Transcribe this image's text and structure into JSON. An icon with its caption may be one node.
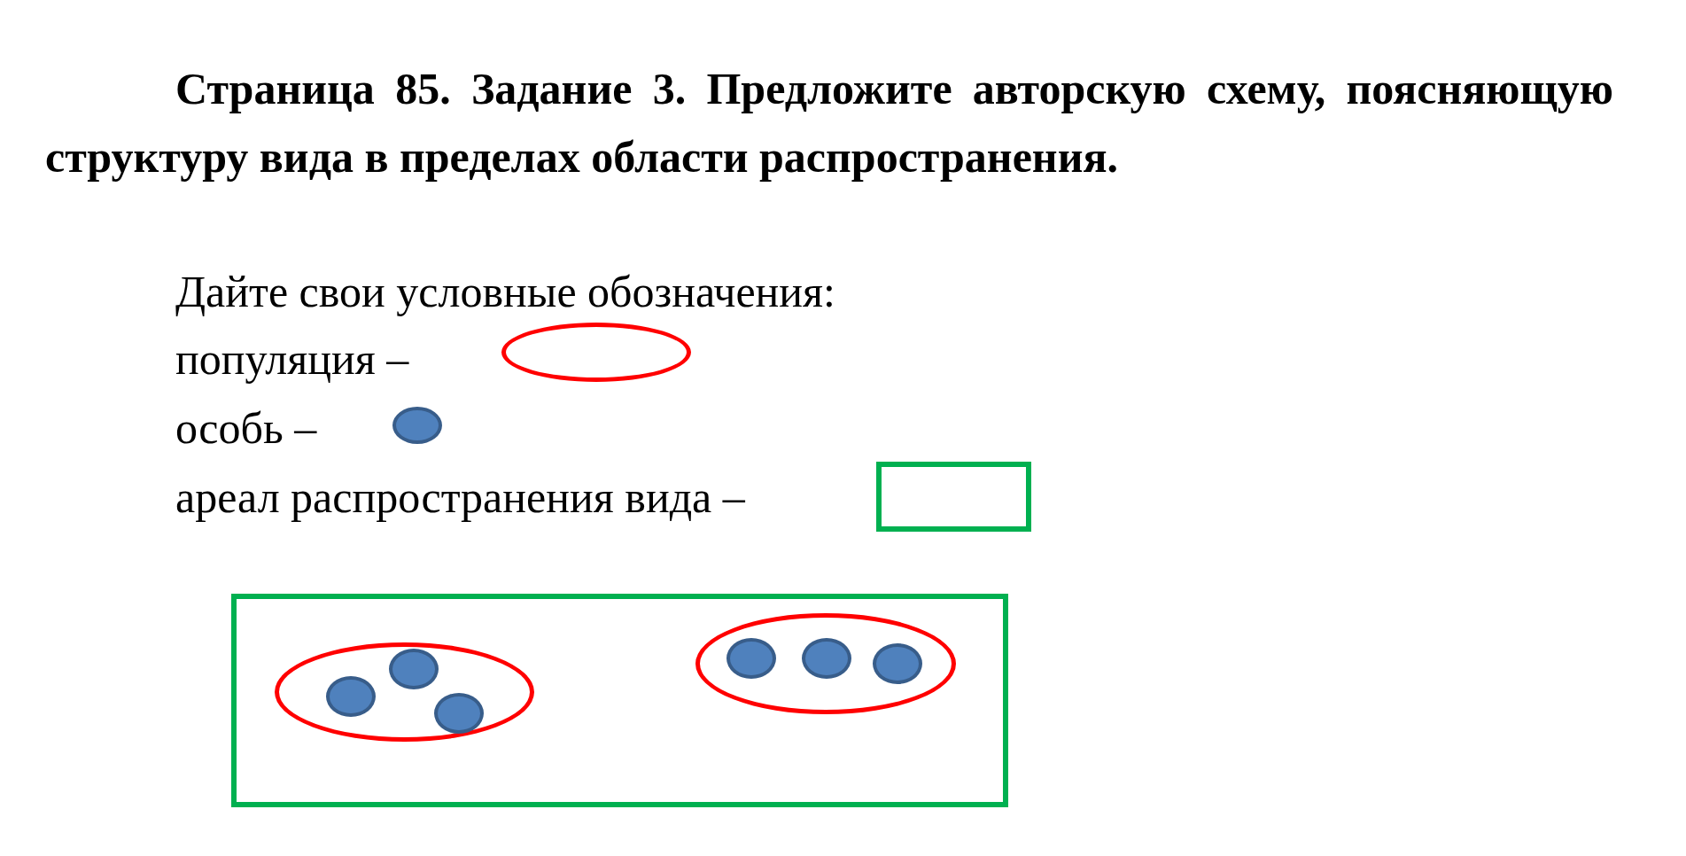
{
  "diagram": {
    "title": "Страница 85. Задание 3. Предложите авторскую схему, поясняющую структуру вида в пределах области распространения.",
    "labels": [
      "Дайте свои условные обозначения:"
    ],
    "legend": [
      {
        "text": "популяция –"
      },
      {
        "text": "особь –"
      },
      {
        "text": "ареал распространения вида –"
      }
    ],
    "nodes": [
      {
        "text": [],
        "shape": "box"
      },
      {
        "text": [],
        "shape": "ellipse",
        "in": 0
      },
      {
        "text": [],
        "shape": "circle",
        "in": 1
      },
      {
        "text": [],
        "shape": "circle",
        "in": 1
      },
      {
        "text": [],
        "shape": "circle",
        "in": 1
      },
      {
        "text": [],
        "shape": "ellipse",
        "in": 0
      },
      {
        "text": [],
        "shape": "circle",
        "in": 5
      },
      {
        "text": [],
        "shape": "circle",
        "in": 5
      },
      {
        "text": [],
        "shape": "circle",
        "in": 5
      }
    ],
    "edges": []
  }
}
